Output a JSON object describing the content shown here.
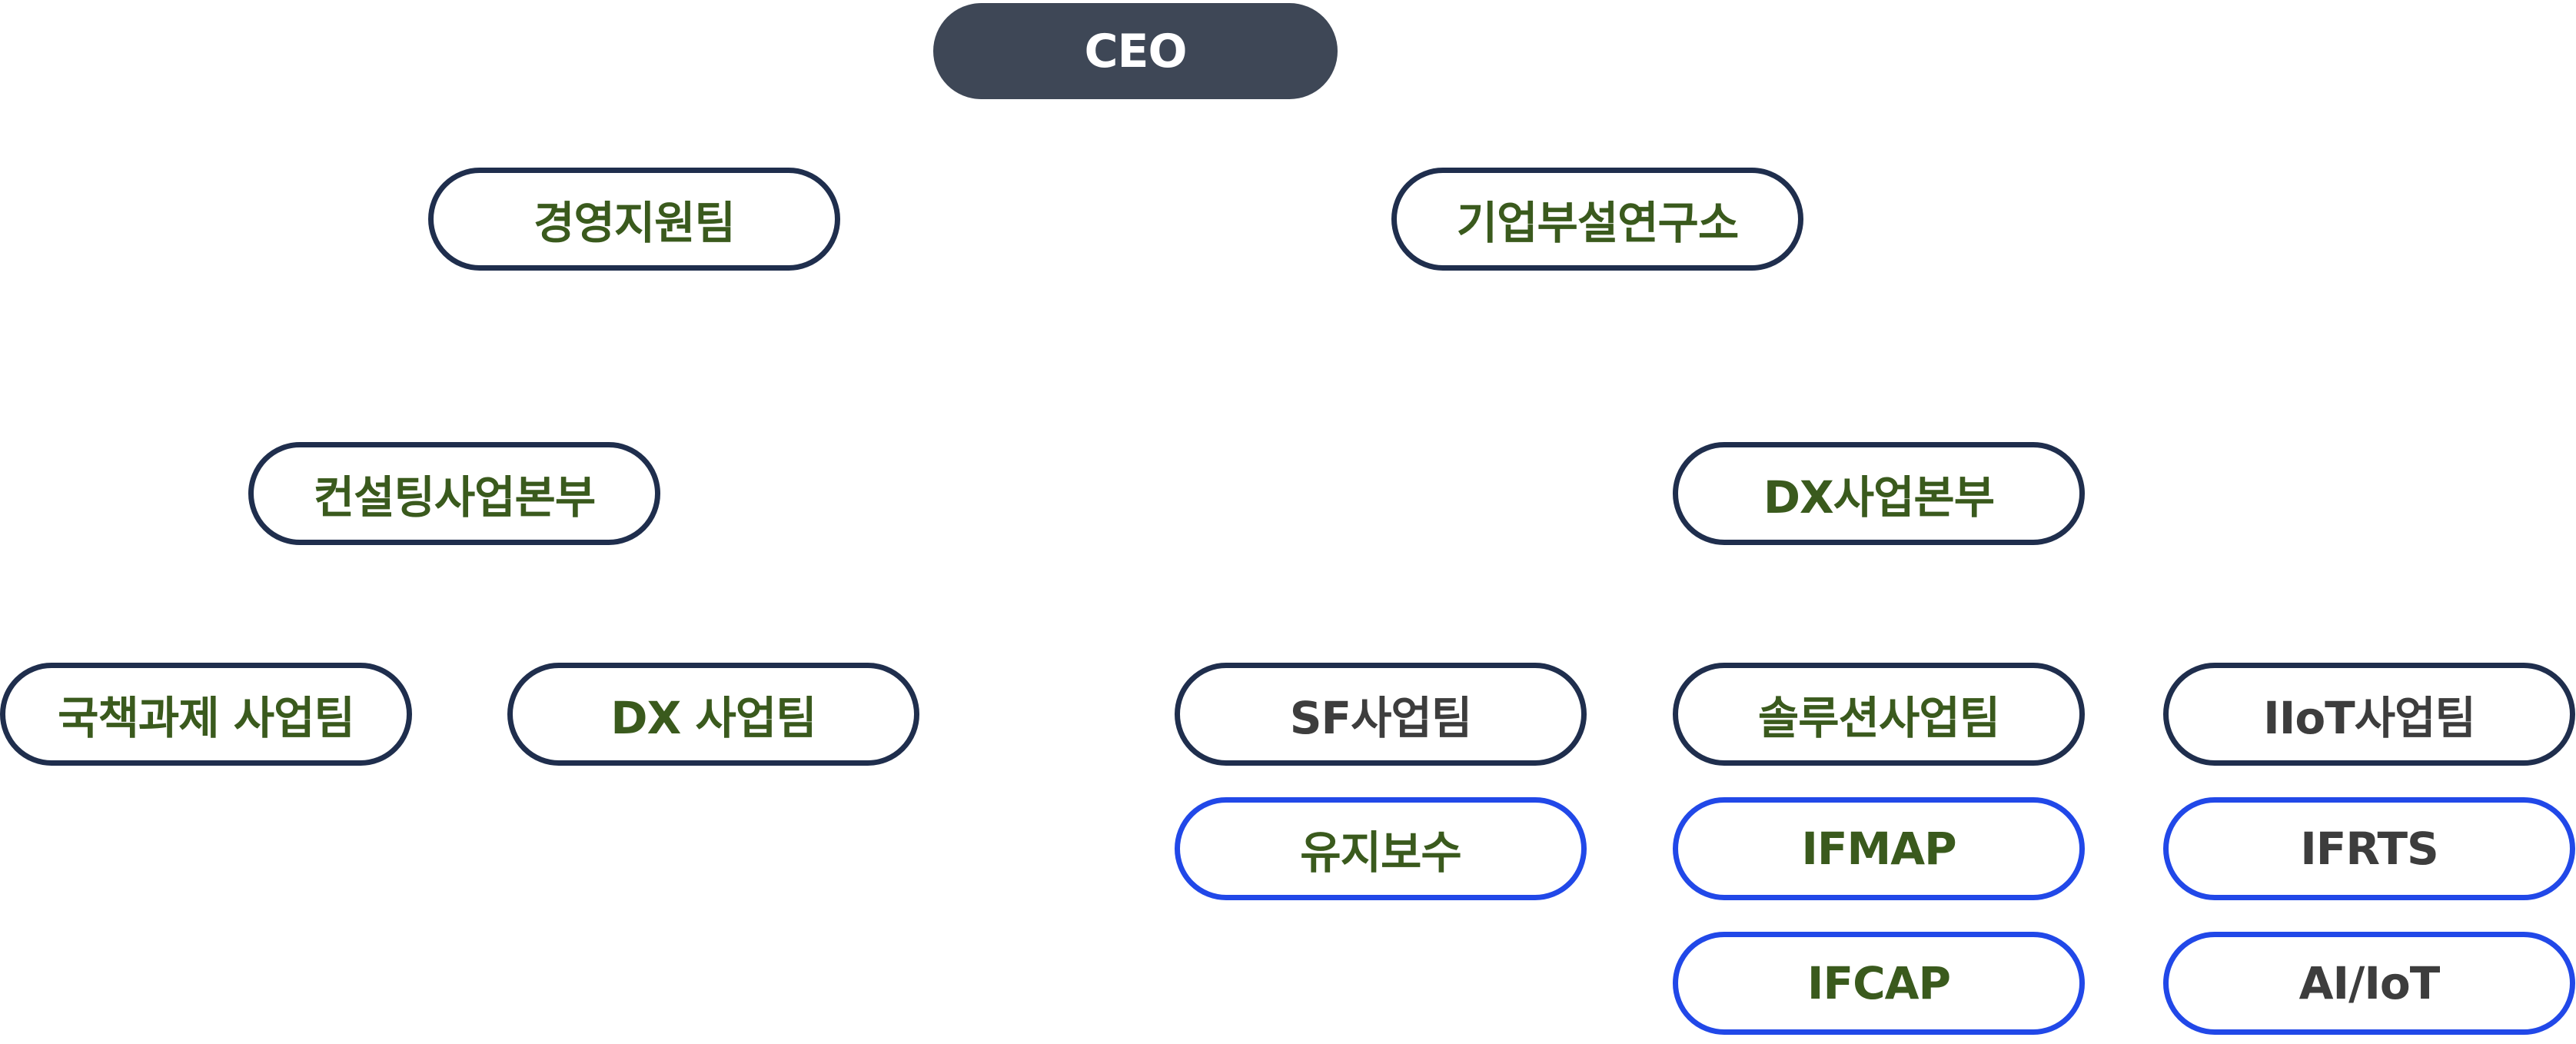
{
  "org_chart": {
    "ceo": {
      "label": "CEO"
    },
    "management_support": {
      "label": "경영지원팀"
    },
    "research_lab": {
      "label": "기업부설연구소"
    },
    "consulting_division": {
      "label": "컨설팅사업본부"
    },
    "dx_division": {
      "label": "DX사업본부"
    },
    "consulting_teams": [
      {
        "label": "국책과제 사업팀"
      },
      {
        "label": "DX 사업팀"
      }
    ],
    "dx_teams": [
      {
        "label": "SF사업팀",
        "subunits": [
          {
            "label": "유지보수"
          }
        ]
      },
      {
        "label": "솔루션사업팀",
        "subunits": [
          {
            "label": "IFMAP"
          },
          {
            "label": "IFCAP"
          }
        ]
      },
      {
        "label": "IIoT사업팀",
        "subunits": [
          {
            "label": "IFRTS"
          },
          {
            "label": "AI/IoT"
          }
        ]
      }
    ]
  },
  "colors": {
    "ceo_fill": "#3e4756",
    "unit_border": "#1f2e4d",
    "subunit_border": "#2148e8",
    "green_text": "#3a5a1d",
    "gray_text": "#3d3d3d"
  }
}
